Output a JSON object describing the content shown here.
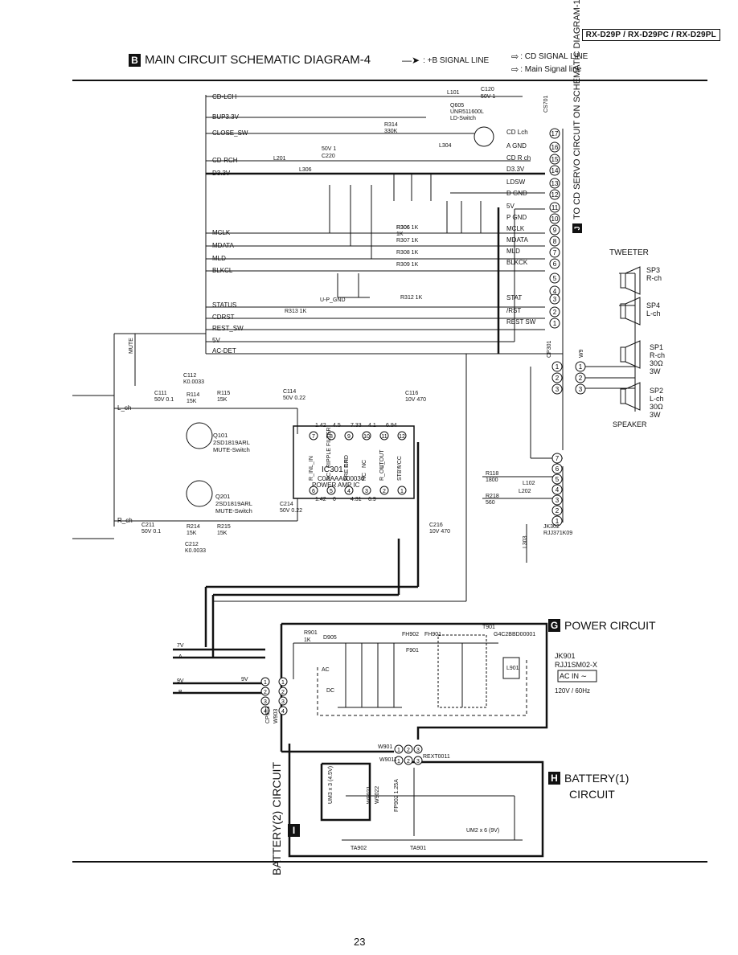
{
  "header": {
    "model": "RX-D29P / RX-D29PC / RX-D29PL",
    "badge": "B",
    "title": "MAIN CIRCUIT SCHEMATIC DIAGRAM-4"
  },
  "legend": {
    "plus_b": ": +B SIGNAL LINE",
    "cd_signal": ": CD SIGNAL LINE",
    "main_signal": ": Main Signal line"
  },
  "connectors": {
    "cd_servo_pins": [
      "CD Lch",
      "A GND",
      "CD R ch",
      "D3.3V",
      "LDSW",
      "D GND",
      "5V",
      "P GND",
      "MCLK",
      "MDATA",
      "MLD",
      "BLKCK",
      "",
      "",
      "STAT",
      "/RST",
      "REST SW"
    ],
    "cd_servo_pin_numbers": [
      "17",
      "16",
      "15",
      "14",
      "13",
      "12",
      "11",
      "10",
      "9",
      "8",
      "7",
      "6",
      "5",
      "4",
      "3",
      "2",
      "1"
    ],
    "cd_servo_ref": "CS701",
    "to_label_badge": "J",
    "to_label": "TO CD SERVO CIRCUIT ON SCHEMATIC DIAGRAM-1",
    "left_nets": [
      "CD-LCH",
      "BUP3.3V",
      "CLOSE_SW",
      "CD-RCH",
      "D3.3V",
      "MCLK",
      "MDATA",
      "MLD",
      "BLKCL",
      "STATUS",
      "CDRST",
      "REST_SW",
      "5V",
      "AC-DET"
    ]
  },
  "speakers": {
    "tweeter": "TWEETER",
    "sp3": [
      "SP3",
      "R-ch"
    ],
    "sp4": [
      "SP4",
      "L-ch"
    ],
    "sp1": [
      "SP1",
      "R-ch",
      "30Ω",
      "3W"
    ],
    "sp2": [
      "SP2",
      "L-ch",
      "30Ω",
      "3W"
    ],
    "speaker": "SPEAKER",
    "w9": "W9",
    "cp301": "CP301"
  },
  "ic": {
    "ref": "IC301",
    "part": "C0AAAA000036",
    "desc": "POWER AMP IC",
    "top_pins": [
      "L_IN",
      "RIPPLE FILTER",
      "P.P",
      "NC",
      "L_OUT",
      "VCC"
    ],
    "top_numbers": [
      "7",
      "8",
      "9",
      "10",
      "11",
      "12"
    ],
    "bottom_pins": [
      "R_IN",
      "NC",
      "PRE GND",
      "NC",
      "R_OUT",
      "STBY"
    ],
    "bottom_numbers": [
      "6",
      "5",
      "4",
      "3",
      "2",
      "1"
    ],
    "voltages_top": [
      "1.42",
      "4.5",
      "7.33",
      "4.1",
      "6.94"
    ],
    "voltages_bottom": [
      "1.42",
      "0",
      "4.31",
      "6.9"
    ]
  },
  "components": {
    "q101": [
      "Q101",
      "2SD1819ARL",
      "MUTE-Switch"
    ],
    "q201": [
      "Q201",
      "2SD1819ARL",
      "MUTE-Switch"
    ],
    "q605": [
      "Q605",
      "UNR511600L",
      "LD-Switch"
    ],
    "c112": [
      "C112",
      "K0.0033"
    ],
    "c111": [
      "C111",
      "50V 0.1"
    ],
    "r114": [
      "R114",
      "15K"
    ],
    "r115": [
      "R115",
      "15K"
    ],
    "c114": [
      "C114",
      "50V 0.22"
    ],
    "c214": [
      "C214",
      "50V 0.22"
    ],
    "c211": [
      "C211",
      "50V 0.1"
    ],
    "r214": [
      "R214",
      "15K"
    ],
    "r215": [
      "R215",
      "15K"
    ],
    "c212": [
      "C212",
      "K0.0033"
    ],
    "c116": [
      "C116",
      "10V 470"
    ],
    "c216": [
      "C216",
      "10V 470"
    ],
    "jk302": [
      "JK302",
      "RJJ371K09"
    ],
    "r118": [
      "R118",
      "1800"
    ],
    "r218": [
      "R218",
      "560"
    ],
    "l102": "L102",
    "l202": "L202",
    "l101": "L101",
    "c120": [
      "C120",
      "50V 1"
    ],
    "r314": [
      "R314",
      "330K"
    ],
    "c220": [
      "50V 1",
      "C220"
    ],
    "l201": "L201",
    "l306": "L306",
    "l304": "L304",
    "r306": [
      "R306",
      "1K"
    ],
    "r307": [
      "R307",
      "1K"
    ],
    "r308": [
      "R308",
      "1K"
    ],
    "r309": [
      "R309",
      "1K"
    ],
    "r312": [
      "R312",
      "1K"
    ],
    "r313": [
      "R313",
      "1K"
    ],
    "mute": "MUTE",
    "lch": "L_ch",
    "rch": "R_ch",
    "ugnd": "U-P_GND",
    "l303": "L303"
  },
  "power": {
    "badge": "G",
    "title": "POWER CIRCUIT",
    "jk901": [
      "JK901",
      "RJJ1SM02-X"
    ],
    "acin": "AC IN ∼",
    "voltage": "120V / 60Hz",
    "t901": "T901",
    "t901_part": "G4C2BBD00001",
    "fh": [
      "FH902",
      "FH901"
    ],
    "f901": "F901",
    "r901": [
      "R901",
      "1K"
    ],
    "d905": "D905",
    "l901": "L901",
    "w901": "W901",
    "rext": "REXT0011",
    "w9011": "W9011",
    "cp903": "CP903",
    "w903": "W903",
    "rails": [
      "7V",
      "A",
      "9V",
      "B",
      "9V"
    ],
    "acdc": [
      "AC",
      "DC"
    ]
  },
  "battery1": {
    "badge": "H",
    "title": "BATTERY(1)",
    "title2": "CIRCUIT",
    "um2": "UM2 x 6 (9V)",
    "fp": "FP902 1.25A",
    "ta901": "TA901",
    "ta902": "TA902"
  },
  "battery2": {
    "badge": "I",
    "title": "BATTERY(2) CIRCUIT",
    "um3": "UM3 x 3 (4.5V)",
    "w9021": "W9021",
    "w9022": "W9022"
  },
  "page_number": "23"
}
